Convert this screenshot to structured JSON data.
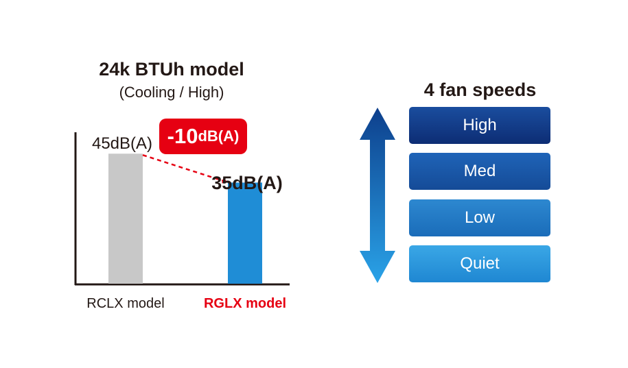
{
  "chart_data": {
    "type": "bar",
    "title": "24k BTUh model",
    "subtitle": "(Cooling / High)",
    "categories": [
      "RCLX model",
      "RGLX model"
    ],
    "values": [
      45,
      35
    ],
    "value_labels": [
      "45dB(A)",
      "35dB(A)"
    ],
    "ylim": [
      0,
      60
    ],
    "grid": false,
    "reduction": {
      "number": "-10",
      "unit": "dB(A)"
    },
    "colors": {
      "RCLX model": "#c8c8c8",
      "RGLX model": "#1f8dd6",
      "highlight": "#e60012",
      "axis": "#231815"
    }
  },
  "fan": {
    "title": "4 fan speeds",
    "speeds": [
      {
        "label": "High",
        "color_top": "#1a4d9e",
        "color_bottom": "#0d2d74"
      },
      {
        "label": "Med",
        "color_top": "#1f64b8",
        "color_bottom": "#154b97"
      },
      {
        "label": "Low",
        "color_top": "#2d88d0",
        "color_bottom": "#1a6cb9"
      },
      {
        "label": "Quiet",
        "color_top": "#3aa7e6",
        "color_bottom": "#1f87d2"
      }
    ]
  }
}
